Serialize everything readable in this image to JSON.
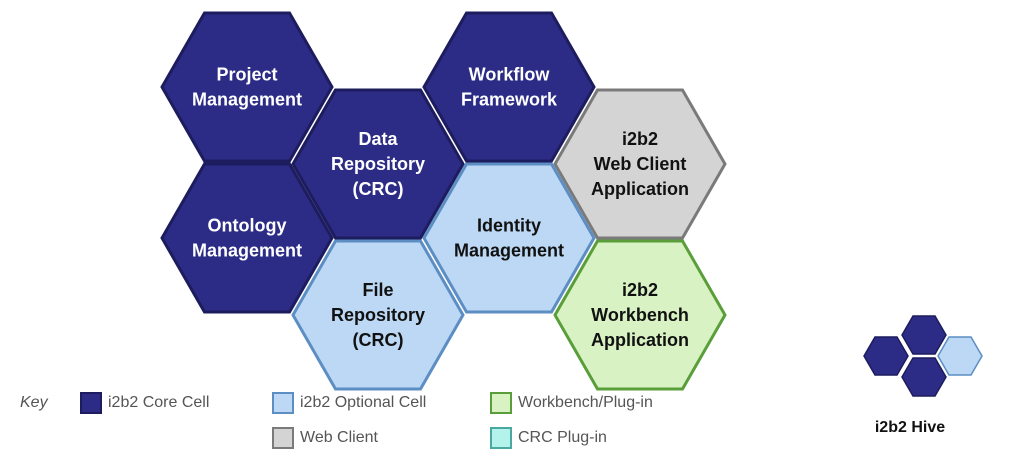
{
  "colors": {
    "core": {
      "fill": "#2c2c86",
      "stroke": "#1c1c5e"
    },
    "optional": {
      "fill": "#bcd8f4",
      "stroke": "#5c8ec4"
    },
    "web": {
      "fill": "#d4d4d4",
      "stroke": "#7a7a7a"
    },
    "workbench": {
      "fill": "#d8f2c4",
      "stroke": "#5a9e3a"
    },
    "plugin": {
      "fill": "#b4f2ec",
      "stroke": "#4aa8a0"
    }
  },
  "cells": [
    {
      "type": "core",
      "lines": [
        "Project",
        "Management"
      ]
    },
    {
      "type": "core",
      "lines": [
        "Ontology",
        "Management"
      ]
    },
    {
      "type": "core",
      "lines": [
        "Data",
        "Repository",
        "(CRC)"
      ]
    },
    {
      "type": "optional",
      "lines": [
        "File",
        "Repository",
        "(CRC)"
      ]
    },
    {
      "type": "core",
      "lines": [
        "Workflow",
        "Framework"
      ]
    },
    {
      "type": "optional",
      "lines": [
        "Identity",
        "Management"
      ]
    },
    {
      "type": "web",
      "lines": [
        "i2b2",
        "Web Client",
        "Application"
      ]
    },
    {
      "type": "workbench",
      "lines": [
        "i2b2",
        "Workbench",
        "Application"
      ]
    }
  ],
  "legend": {
    "key_label": "Key",
    "items": [
      {
        "type": "core",
        "label": "i2b2 Core Cell"
      },
      {
        "type": "optional",
        "label": "i2b2 Optional Cell"
      },
      {
        "type": "workbench",
        "label": "Workbench/Plug-in"
      },
      {
        "type": "web",
        "label": "Web Client"
      },
      {
        "type": "plugin",
        "label": "CRC Plug-in"
      }
    ]
  },
  "hive_logo": {
    "caption": "i2b2 Hive",
    "cells": [
      "core",
      "core",
      "core",
      "core",
      "optional"
    ]
  }
}
